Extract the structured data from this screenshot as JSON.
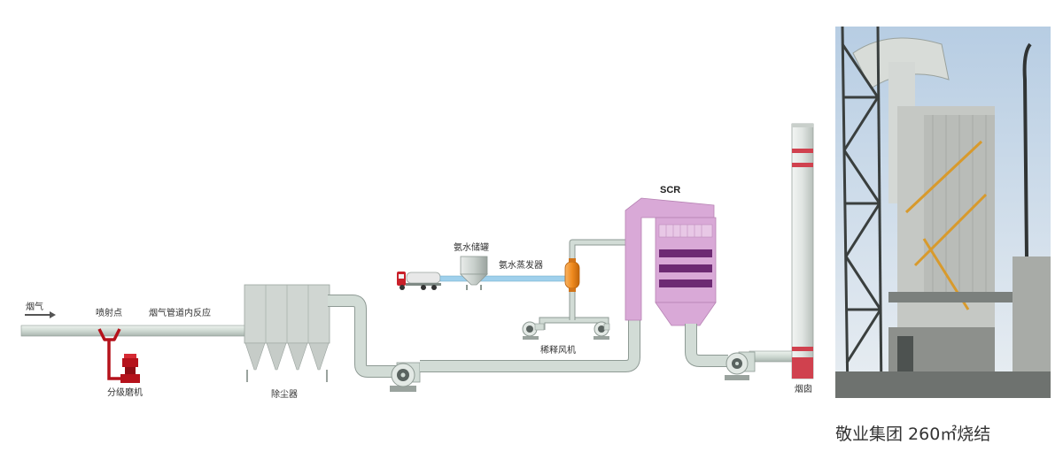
{
  "labels": {
    "flue_gas": "烟气",
    "injection_point": "喷射点",
    "in_duct_reaction": "烟气管道内反应",
    "grading_mill": "分级磨机",
    "dust_collector": "除尘器",
    "ammonia_tank": "氨水储罐",
    "ammonia_evaporator": "氨水蒸发器",
    "dilution_fan": "稀释风机",
    "scr": "SCR",
    "chimney": "烟囱"
  },
  "caption": "敬业集团 260㎡烧结",
  "colors": {
    "pipe": "#d2dcd6",
    "pipe_edge": "#8e9a94",
    "scr": "#d9a9d7",
    "scr_band": "#6d2a73",
    "mill": "#b5121b",
    "chimney_band": "#d0414e",
    "water_pipe": "#9fd0ec",
    "evaporator": "#f08a1e"
  },
  "icons": [
    "arrow-right-icon",
    "fan-icon",
    "truck-icon",
    "photo-image"
  ]
}
